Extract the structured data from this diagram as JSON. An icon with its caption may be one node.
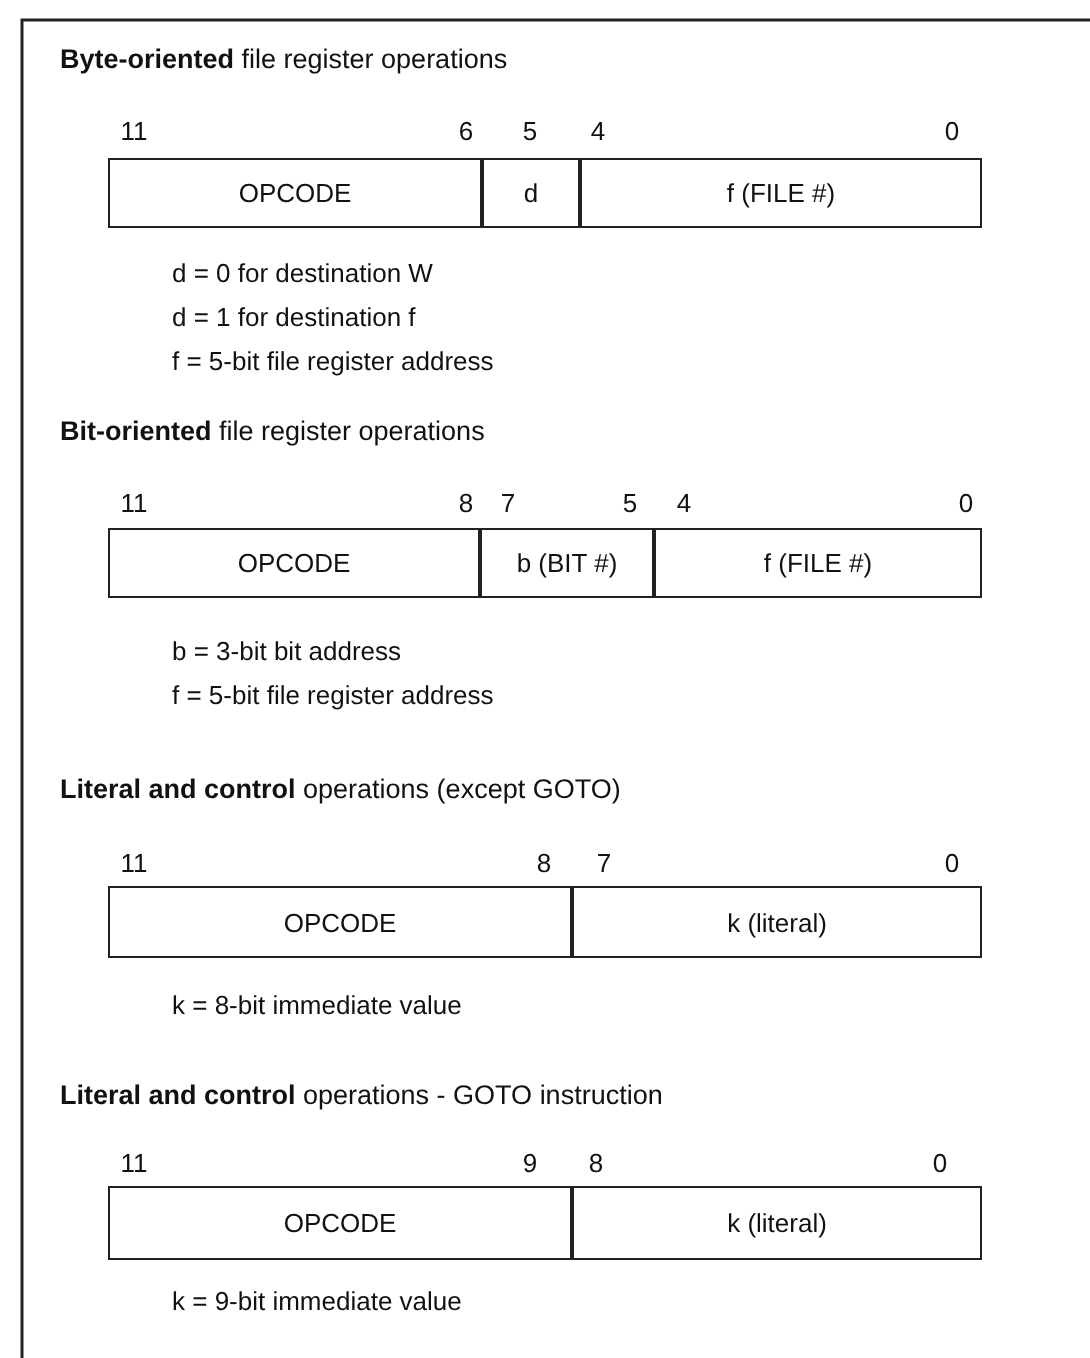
{
  "diagram": {
    "nodes": [
      {
        "text": [
          "OPCODE"
        ]
      },
      {
        "text": [
          "d"
        ]
      },
      {
        "text": [
          "f (FILE #)"
        ]
      },
      {
        "text": [
          "OPCODE"
        ]
      },
      {
        "text": [
          "b (BIT #)"
        ]
      },
      {
        "text": [
          "f (FILE #)"
        ]
      },
      {
        "text": [
          "OPCODE"
        ]
      },
      {
        "text": [
          "k (literal)"
        ]
      },
      {
        "text": [
          "OPCODE"
        ]
      },
      {
        "text": [
          "k (literal)"
        ]
      }
    ],
    "labels": [
      "**Byte-oriented** file register operations",
      "11",
      "6",
      "5",
      "4",
      "0",
      "d = 0 for destination W",
      "d = 1 for destination f",
      "f = 5-bit file register address",
      "**Bit-oriented** file register operations",
      "11",
      "8",
      "7",
      "5",
      "4",
      "0",
      "b = 3-bit bit address",
      "f = 5-bit file register address",
      "**Literal and control** operations (except GOTO)",
      "11",
      "8",
      "7",
      "0",
      "k = 8-bit immediate value",
      "**Literal and control** operations - GOTO instruction",
      "11",
      "9",
      "8",
      "0",
      "k = 9-bit immediate value"
    ]
  }
}
